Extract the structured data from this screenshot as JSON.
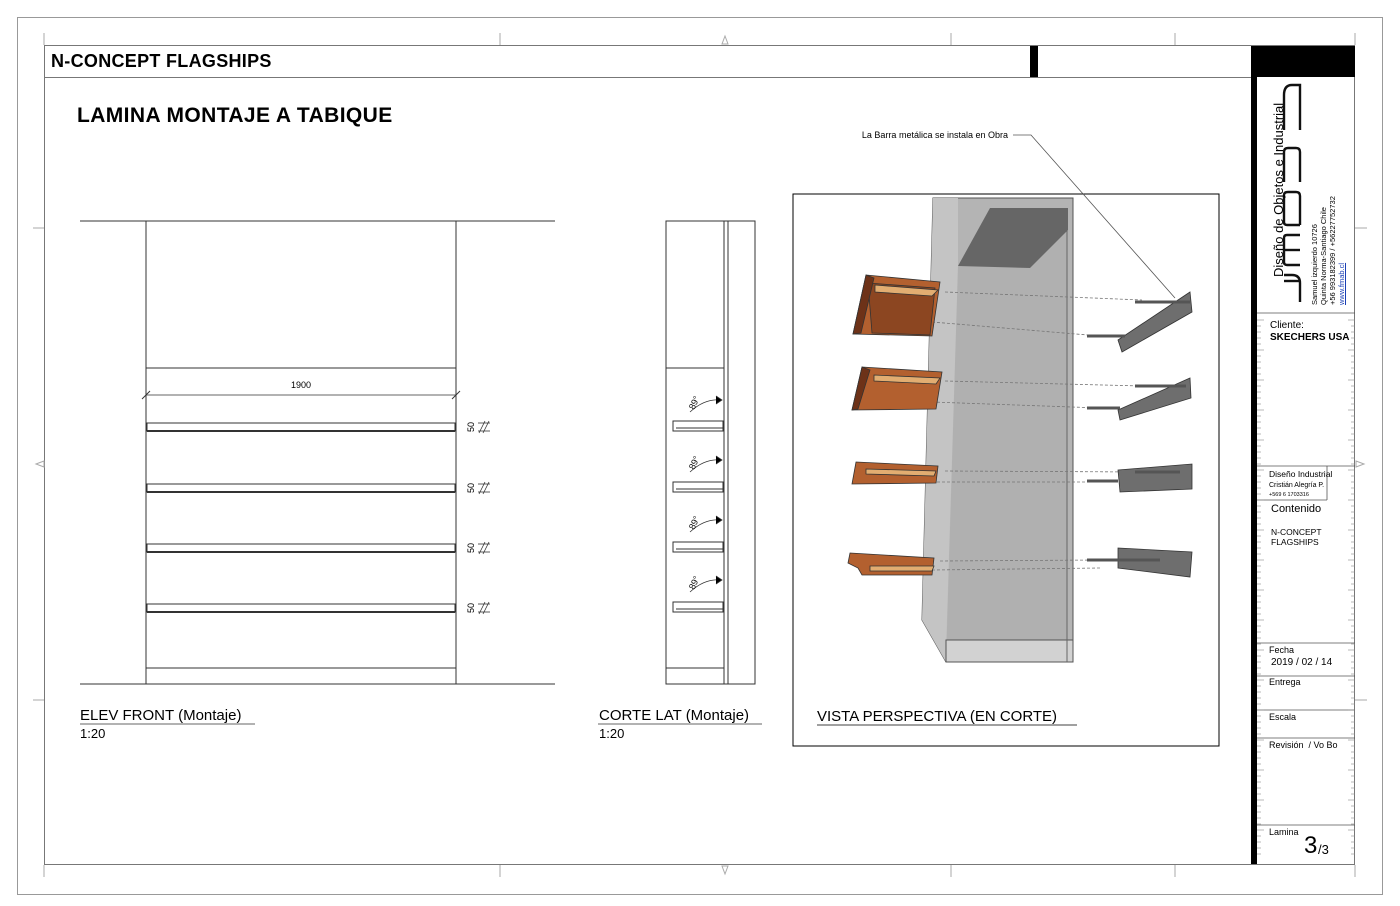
{
  "header": {
    "project_title": "N-CONCEPT FLAGSHIPS"
  },
  "sheet_title": "LAMINA MONTAJE A TABIQUE",
  "views": {
    "front": {
      "label": "ELEV FRONT (Montaje)",
      "scale": "1:20",
      "width_dim": "1900",
      "shelf_dims": [
        "50",
        "50",
        "50",
        "50"
      ]
    },
    "side": {
      "label": "CORTE LAT (Montaje)",
      "scale": "1:20",
      "angles": [
        "89°",
        "89°",
        "89°",
        "89°"
      ]
    },
    "perspective": {
      "label": "VISTA PERSPECTIVA (EN CORTE)",
      "annotation": "La Barra metálica se instala en Obra"
    }
  },
  "title_block": {
    "company_tagline": "Diseño de Objetos e Industrial",
    "logo_text": "fmab",
    "address_lines": [
      "Samuel izquierdo 10726",
      "Quinta Norma-Santiago Chile",
      "+56 993182399  /  +56227752732"
    ],
    "website": "www.fmab.cl",
    "client_label": "Cliente:",
    "client_name": "SKECHERS USA",
    "design_label": "Diseño Industrial",
    "designer_name": "Cristián Alegría P.",
    "designer_phone": "+569 6 1703316",
    "content_label": "Contenido",
    "content_lines": [
      "N-CONCEPT",
      "FLAGSHIPS"
    ],
    "date_label": "Fecha",
    "date_value": "2019 / 02 / 14",
    "delivery_label": "Entrega",
    "scale_label": "Escala",
    "revision_label": "Revisión  / Vo Bo",
    "sheet_label": "Lamina",
    "sheet_number": "3",
    "sheet_total": "/3"
  },
  "colors": {
    "wood": "#a0522d",
    "wood_light": "#d8a36a",
    "wall": "#b4b4b4",
    "bracket": "#6e6e6e",
    "frame": "#000000"
  }
}
